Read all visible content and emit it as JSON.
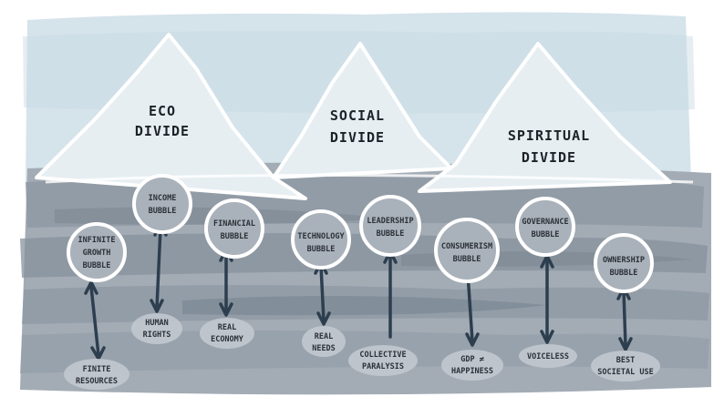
{
  "mountains": [
    {
      "id": "eco",
      "line1": "ECO",
      "line2": "DIVIDE"
    },
    {
      "id": "social",
      "line1": "SOCIAL",
      "line2": "DIVIDE"
    },
    {
      "id": "spiritual",
      "line1": "SPIRITUAL",
      "line2": "DIVIDE"
    }
  ],
  "bubbles": [
    {
      "id": "infinite-growth",
      "lines": [
        "INFINITE",
        "GROWTH",
        "BUBBLE"
      ],
      "outcome": [
        "FINITE",
        "RESOURCES"
      ]
    },
    {
      "id": "income",
      "lines": [
        "INCOME",
        "BUBBLE"
      ],
      "outcome": [
        "HUMAN",
        "RIGHTS"
      ]
    },
    {
      "id": "financial",
      "lines": [
        "FINANCIAL",
        "BUBBLE"
      ],
      "outcome": [
        "REAL",
        "ECONOMY"
      ]
    },
    {
      "id": "technology",
      "lines": [
        "TECHNOLOGY",
        "BUBBLE"
      ],
      "outcome": [
        "REAL",
        "NEEDS"
      ]
    },
    {
      "id": "leadership",
      "lines": [
        "LEADERSHIP",
        "BUBBLE"
      ],
      "outcome": [
        "COLLECTIVE",
        "PARALYSIS"
      ]
    },
    {
      "id": "consumerism",
      "lines": [
        "CONSUMERISM",
        "BUBBLE"
      ],
      "outcome": [
        "GDP ≠",
        "HAPPINESS"
      ]
    },
    {
      "id": "governance",
      "lines": [
        "GOVERNANCE",
        "BUBBLE"
      ],
      "outcome": [
        "VOICELESS"
      ]
    },
    {
      "id": "ownership",
      "lines": [
        "OWNERSHIP",
        "BUBBLE"
      ],
      "outcome": [
        "BEST",
        "SOCIETAL USE"
      ]
    }
  ],
  "colors": {
    "sky": "#d3e2ea",
    "mountain": "#e6eef2",
    "mountain_outline": "#ffffff",
    "ground": "#9aa3ad",
    "bubble_fill": "#a9b1ba",
    "bubble_outline": "#ffffff",
    "arrow": "#2d3e4f",
    "label_pill": "#c2c8cf"
  }
}
